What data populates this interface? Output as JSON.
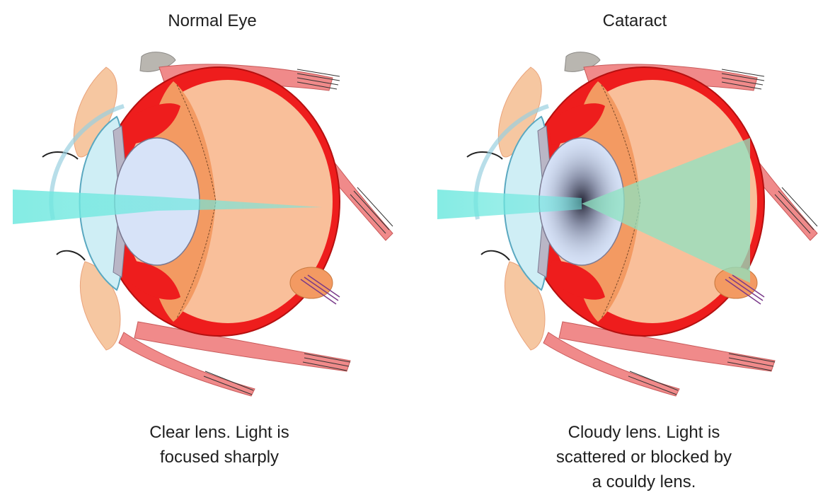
{
  "panels": [
    {
      "title": "Normal Eye",
      "caption_lines": [
        "Clear lens. Light is",
        "focused sharply"
      ]
    },
    {
      "title": "Cataract",
      "caption_lines": [
        "Cloudy lens. Light is",
        "scattered or blocked by",
        "a couldy lens."
      ]
    }
  ],
  "colors": {
    "sclera": "#ee1d1d",
    "muscle": "#f08a8a",
    "vitreous": "#f9bf9a",
    "retina_band": "#f39a62",
    "lens": "#d7e3f8",
    "cornea": "#cfeef5",
    "iris": "#b9b6c6",
    "light_beam": "#6fe8df",
    "scatter": "#8ee3c1",
    "skin": "#f6c7a1"
  }
}
